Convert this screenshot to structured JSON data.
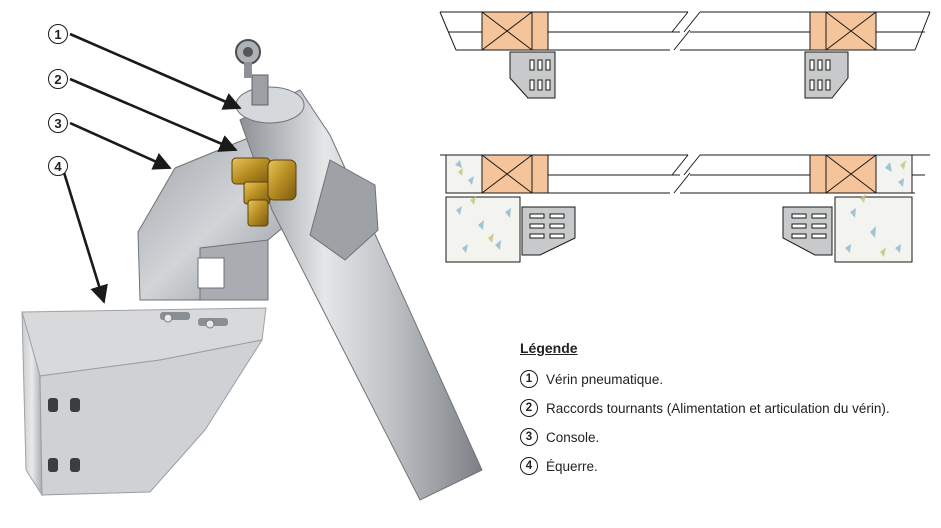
{
  "callouts": [
    {
      "number": "1",
      "label": "Vérin pneumatique."
    },
    {
      "number": "2",
      "label": "Raccords tournants (Alimentation et articulation du vérin)."
    },
    {
      "number": "3",
      "label": "Console."
    },
    {
      "number": "4",
      "label": "Équerre."
    }
  ],
  "legend": {
    "title": "Légende"
  },
  "colors": {
    "wood": "#f6c49a",
    "metal": "#b9bcc0",
    "brass": "#c9a233",
    "line": "#1a1a1a"
  }
}
